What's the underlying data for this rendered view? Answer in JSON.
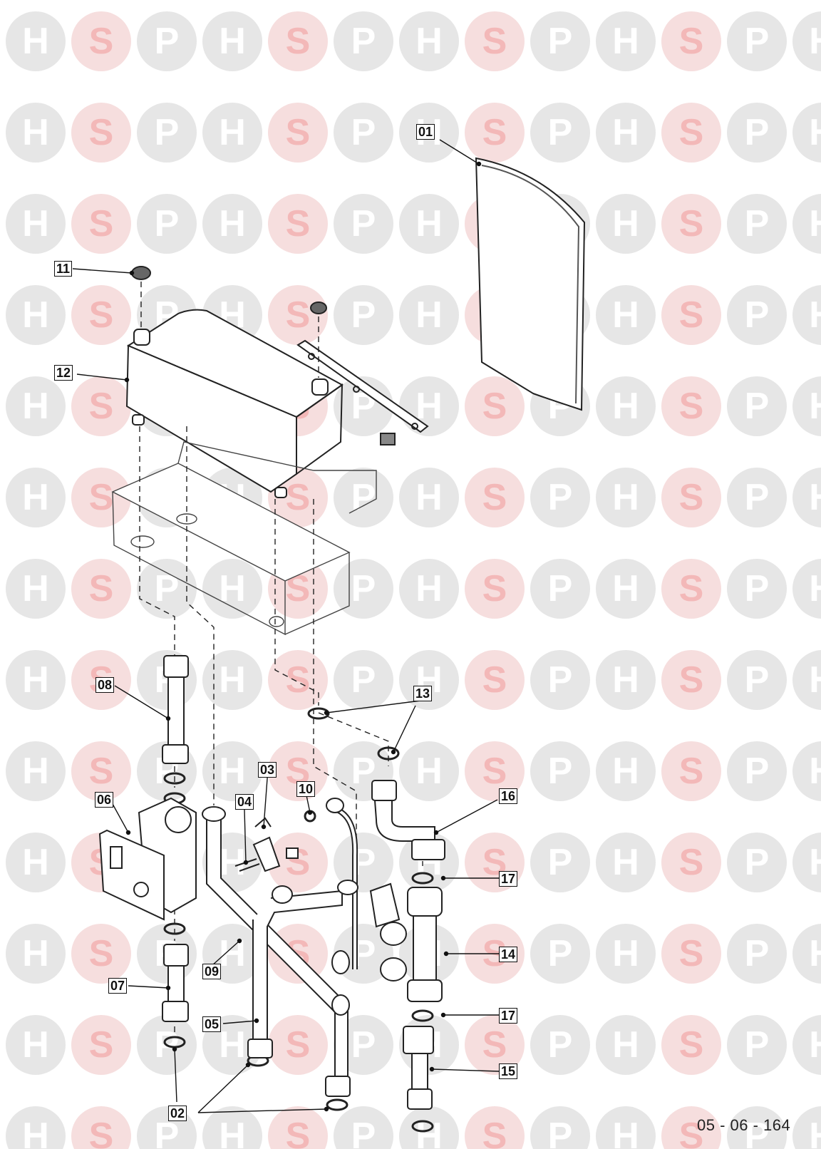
{
  "watermark": {
    "letters": [
      "H",
      "S",
      "P"
    ],
    "color_gray": "#e6e6e6",
    "color_pink": "#f6dede",
    "text_gray": "#ffffff",
    "text_pink": "#f3b8b8"
  },
  "callouts": {
    "c01": "01",
    "c11": "11",
    "c12": "12",
    "c08": "08",
    "c13": "13",
    "c03": "03",
    "c10": "10",
    "c04": "04",
    "c06": "06",
    "c16": "16",
    "c17a": "17",
    "c09": "09",
    "c14": "14",
    "c07": "07",
    "c17b": "17",
    "c05": "05",
    "c15": "15",
    "c02": "02"
  },
  "drawing_reference": "05 - 06 - 164"
}
